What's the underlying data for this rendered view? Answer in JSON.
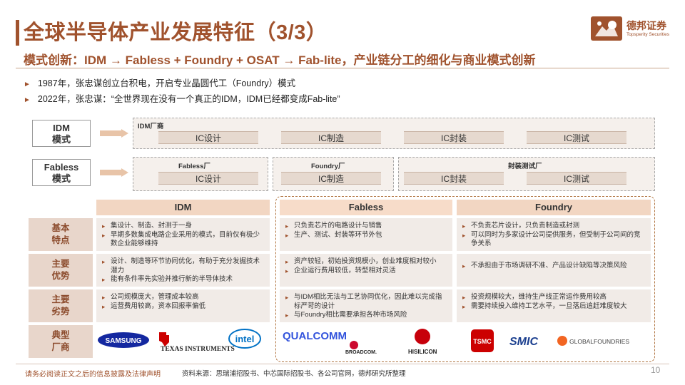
{
  "header": {
    "title": "全球半导体产业发展特征（3/3）",
    "subtitle": "模式创新：IDM → Fabless + Foundry + OSAT → Fab-lite，产业链分工的细化与商业模式创新",
    "logo_cn": "德邦证券",
    "logo_en": "Topsperity Securities"
  },
  "bullets": [
    "1987年，张忠谋创立台积电，开启专业晶圆代工（Foundry）模式",
    "2022年，张忠谋：“全世界现在没有一个真正的IDM，IDM已经都变成Fab-lite”"
  ],
  "flow": {
    "idm": {
      "mode": [
        "IDM",
        "模式"
      ],
      "frame_label": "IDM厂商",
      "steps": [
        "IC设计",
        "IC制造",
        "IC封装",
        "IC测试"
      ]
    },
    "fabless": {
      "mode": [
        "Fabless",
        "模式"
      ],
      "group_labels": [
        "Fabless厂",
        "Foundry厂",
        "封装测试厂"
      ],
      "steps": [
        "IC设计",
        "IC制造",
        "IC封装",
        "IC测试"
      ]
    }
  },
  "table": {
    "columns": [
      "IDM",
      "Fabless",
      "Foundry"
    ],
    "rows": [
      {
        "label": [
          "基本",
          "特点"
        ],
        "cells": [
          [
            "集设计、制造、封测于一身",
            "早期多数集成电路企业采用的模式，目前仅有极少数企业能够维持"
          ],
          [
            "只负责芯片的电路设计与销售",
            "生产、测试、封装等环节外包"
          ],
          [
            "不负责芯片设计，只负责制造或封测",
            "可以同时为多家设计公司提供服务，但受制于公司间的竞争关系"
          ]
        ]
      },
      {
        "label": [
          "主要",
          "优势"
        ],
        "cells": [
          [
            "设计、制造等环节协同优化，有助于充分发掘技术潜力",
            "能有条件率先实验并推行新的半导体技术"
          ],
          [
            "资产较轻，初始投资规模小，创业难度相对较小",
            "企业运行费用较低，转型相对灵活"
          ],
          [
            "不承担由于市场调研不准、产品设计缺陷等决策风险"
          ]
        ]
      },
      {
        "label": [
          "主要",
          "劣势"
        ],
        "cells": [
          [
            "公司规模庞大，管理成本较高",
            "运营费用较高，资本回报率偏低"
          ],
          [
            "与IDM相比无法与工艺协同优化，因此难以完成指标严苛的设计",
            "与Foundry相比需要承担各种市场风险"
          ],
          [
            "投资规模较大，维持生产线正常运作费用较高",
            "需要持续投入维持工艺水平，一旦落后追赶难度较大"
          ]
        ]
      }
    ],
    "logo_row_label": [
      "典型",
      "厂商"
    ],
    "logos": [
      [
        "SAMSUNG",
        "TEXAS INSTRUMENTS",
        "intel"
      ],
      [
        "QUALCOMM",
        "BROADCOM.",
        "HISILICON"
      ],
      [
        "TSMC",
        "SMIC",
        "GLOBALFOUNDRIES"
      ]
    ]
  },
  "footer": {
    "disclaimer": "请务必阅读正文之后的信息披露及法律声明",
    "source": "资料来源：思瑞浦招股书、中芯国际招股书、各公司官网，德邦研究所整理",
    "page": "10"
  },
  "colors": {
    "accent": "#a0522d",
    "header_fill": "#f2d6c2",
    "cell_fill": "#f1ebe7"
  }
}
